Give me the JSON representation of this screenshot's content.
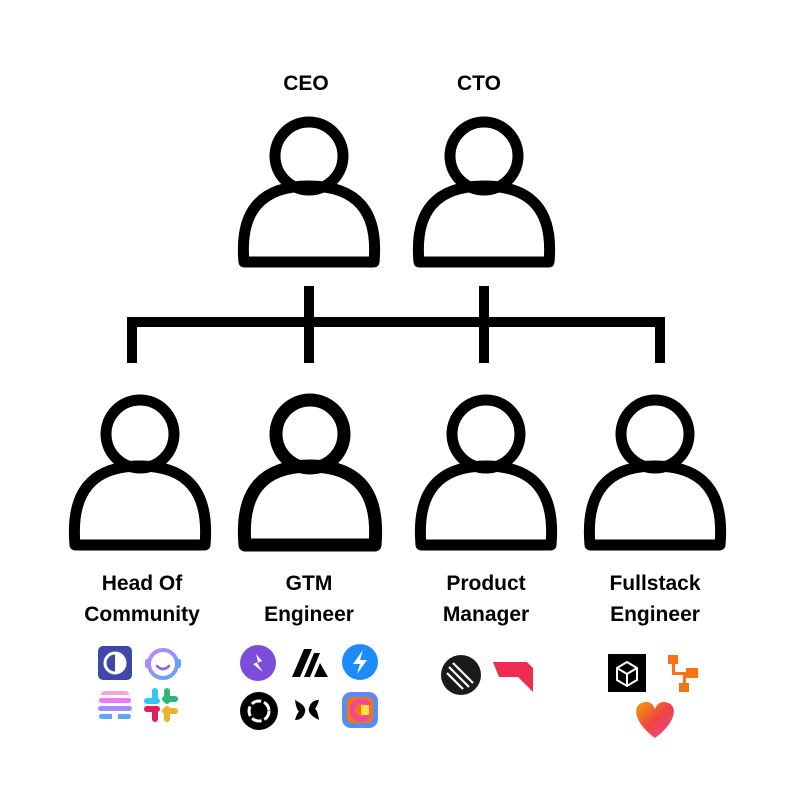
{
  "top_roles": [
    {
      "title": "CEO"
    },
    {
      "title": "CTO"
    }
  ],
  "team_roles": [
    {
      "title_lines": [
        "Head Of",
        "Community"
      ],
      "tools": [
        "brand-logo-dark-blue-tile-icon",
        "smiling-bot-face-icon",
        "stacked-hive-icon",
        "slack-hashtag-icon"
      ]
    },
    {
      "title_lines": [
        "GTM",
        "Engineer"
      ],
      "tools": [
        "purple-spark-circle-icon",
        "stacked-a-icon",
        "blue-lightning-circle-icon",
        "black-ring-circle-icon",
        "black-windmill-icon",
        "orange-c-tile-icon"
      ]
    },
    {
      "title_lines": [
        "Product",
        "Manager"
      ],
      "tools": [
        "linear-logo-icon",
        "red-arrow-logo-icon"
      ]
    },
    {
      "title_lines": [
        "Fullstack",
        "Engineer"
      ],
      "tools": [
        "black-cube-tile-icon",
        "orange-connector-icon",
        "gradient-heart-icon"
      ]
    }
  ],
  "colors": {
    "stroke": "#000000",
    "background": "#ffffff"
  }
}
